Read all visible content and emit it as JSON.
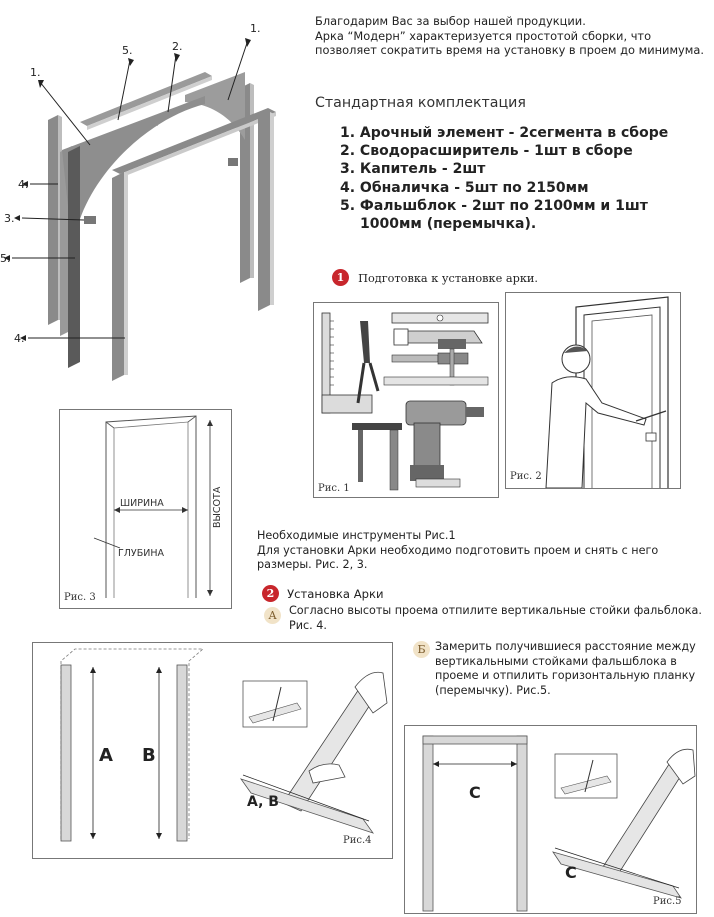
{
  "intro": {
    "line1": "Благодарим Вас за выбор нашей продукции.",
    "line2": "Арка “Модерн” характеризуется простотой сборки, что позволяет сократить время на установку в проем до минимума."
  },
  "kit": {
    "title": "Стандартная комплектация",
    "items": [
      "1. Арочный элемент - 2сегмента в сборе",
      "2. Сводорасширитель - 1шт в сборе",
      "3. Капитель - 2шт",
      "4. Обналичка - 5шт по 2150мм",
      "5. Фальшблок - 2шт по 2100мм и 1шт",
      "1000мм (перемычка)."
    ]
  },
  "exploded": {
    "callouts": [
      "1.",
      "5.",
      "2.",
      "1.",
      "4.",
      "3.",
      "5.",
      "4."
    ]
  },
  "step1": {
    "number": "1",
    "title": "Подготовка к установке арки.",
    "fig1_caption": "Рис. 1",
    "fig2_caption": "Рис. 2"
  },
  "fig3": {
    "width_label": "ШИРИНА",
    "depth_label": "ГЛУБИНА",
    "height_label": "ВЫСОТА",
    "caption": "Рис. 3"
  },
  "tools": {
    "line1": "Необходимые инструменты Рис.1",
    "line2": "Для установки Арки необходимо подготовить проем и снять с него размеры. Рис. 2, 3."
  },
  "step2": {
    "number": "2",
    "title": "Установка Арки",
    "a_badge": "А",
    "a_text": "Согласно высоты проема отпилите вертикальные стойки фальблока. Рис. 4.",
    "b_badge": "Б",
    "b_text": "Замерить получившиеся расстояние между вертикальными стойками фальшблока в проеме и отпилить горизонтальную планку (перемычку). Рис.5."
  },
  "fig4": {
    "label_a": "A",
    "label_b": "B",
    "label_ab": "A, B",
    "caption": "Рис.4"
  },
  "fig5": {
    "label_c": "C",
    "label_c2": "C",
    "caption": "Рис.5"
  }
}
